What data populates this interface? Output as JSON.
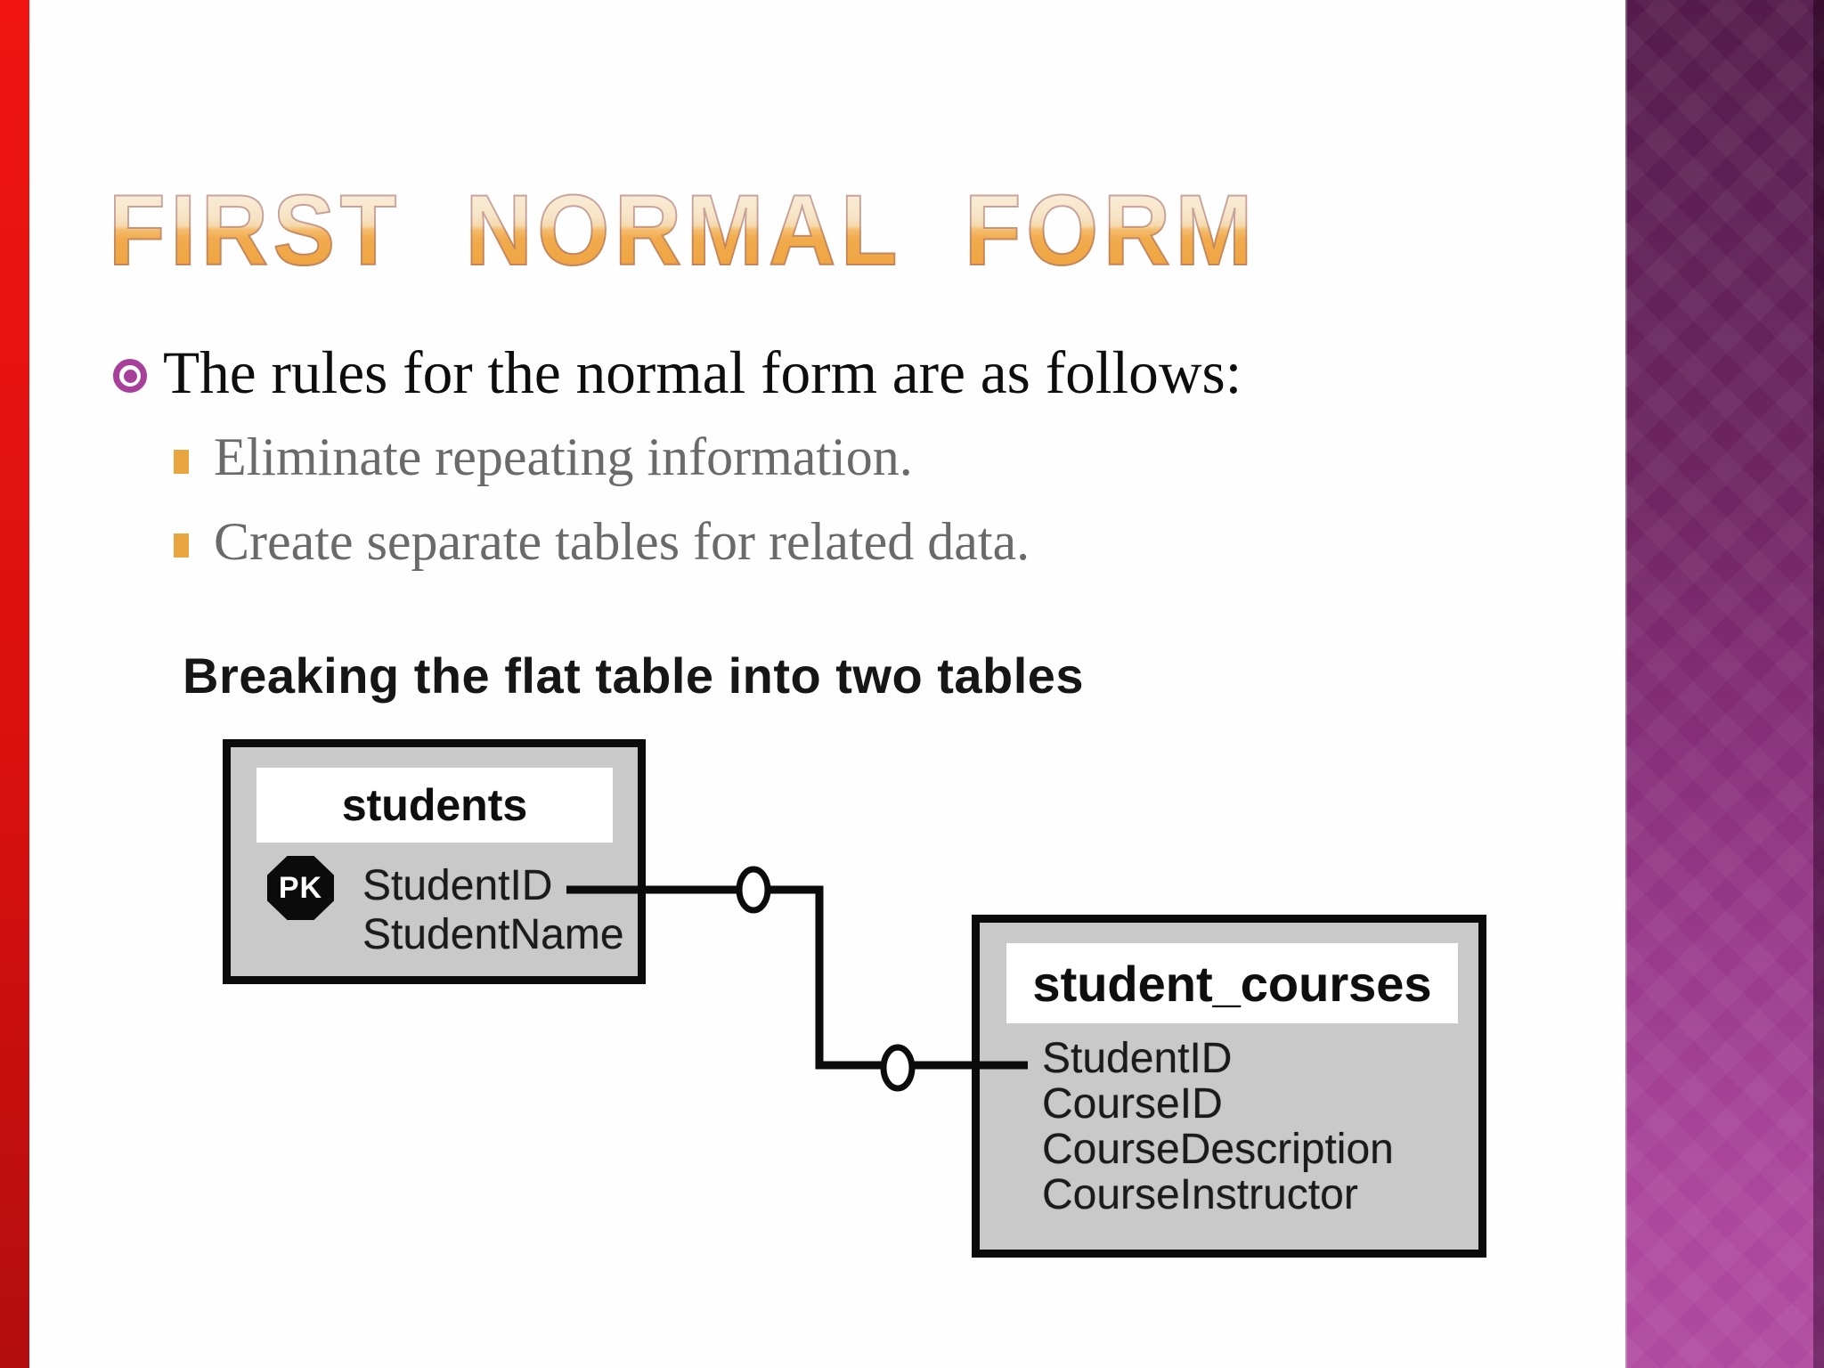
{
  "slide": {
    "title": "FIRST NORMAL FORM",
    "bullet_text": "The rules for the normal form are as follows:",
    "sub_bullets": [
      "Eliminate repeating information.",
      "Create separate tables for related data."
    ],
    "diagram_caption": "Breaking the flat table into two tables",
    "tables": [
      {
        "name": "students",
        "pk_label": "PK",
        "fields": [
          "StudentID",
          "StudentName"
        ]
      },
      {
        "name": "student_courses",
        "fields": [
          "StudentID",
          "CourseID",
          "CourseDescription",
          "CourseInstructor"
        ]
      }
    ],
    "colors": {
      "title_gradient_top": "#faf1e1",
      "title_gradient_bottom": "#efa23c",
      "title_outline": "#a16971",
      "accent_magenta": "#a73f9b",
      "bullet_square_orange": "#e9a53f",
      "body_gray": "#6a6a6a",
      "table_fill": "#c9c9c9",
      "table_border": "#0b0b0b",
      "sidebar_gradient_top": "#551b4c",
      "sidebar_gradient_bottom": "#b04aa0",
      "left_strip_red": "#e31110"
    }
  }
}
